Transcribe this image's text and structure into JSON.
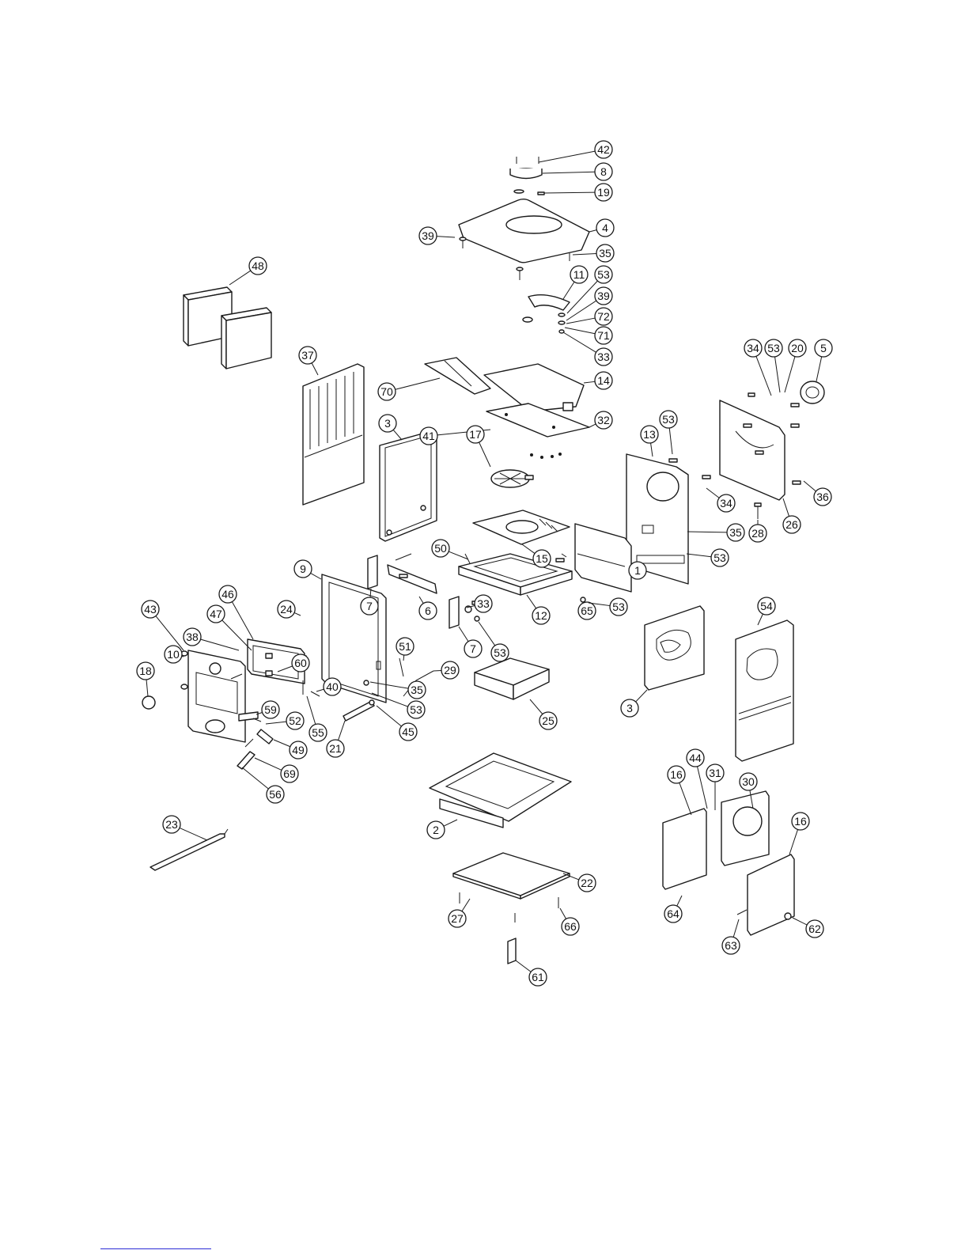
{
  "diagram": {
    "callouts": [
      "42",
      "8",
      "19",
      "4",
      "39",
      "35",
      "48",
      "11",
      "53",
      "39",
      "72",
      "71",
      "33",
      "37",
      "70",
      "14",
      "34",
      "53",
      "20",
      "5",
      "3",
      "41",
      "32",
      "17",
      "13",
      "53",
      "26",
      "36",
      "34",
      "28",
      "35",
      "53",
      "15",
      "50",
      "1",
      "65",
      "53",
      "9",
      "7",
      "6",
      "12",
      "46",
      "24",
      "47",
      "38",
      "60",
      "10",
      "43",
      "33",
      "7",
      "53",
      "51",
      "29",
      "35",
      "53",
      "3",
      "54",
      "18",
      "59",
      "52",
      "40",
      "55",
      "45",
      "25",
      "21",
      "49",
      "69",
      "56",
      "44",
      "31",
      "30",
      "16",
      "16",
      "23",
      "2",
      "22",
      "27",
      "66",
      "64",
      "63",
      "62",
      "61"
    ]
  },
  "colors": {
    "line": "#1a1a1a",
    "background": "#ffffff"
  }
}
